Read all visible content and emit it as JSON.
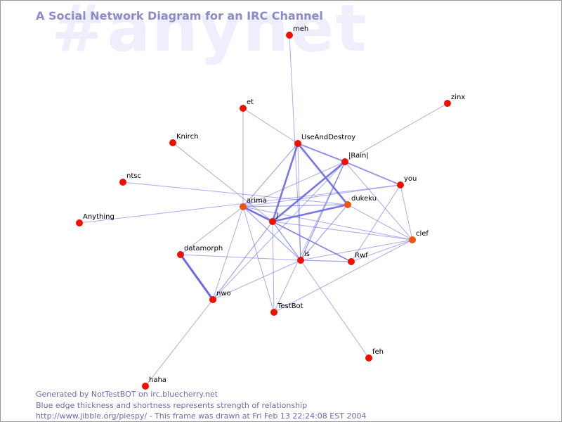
{
  "watermark": "#anynet",
  "title": "A Social Network Diagram for an IRC Channel",
  "footer": {
    "line1": "Generated by NotTestBOT on irc.bluecherry.net",
    "line2": "Blue edge thickness and shortness represents strength of relationship",
    "line3": "http://www.jibble.org/piespy/ - This frame was drawn at Fri Feb 13 22:24:08 EST 2004"
  },
  "colors": {
    "node": "#ee1100",
    "node_warm": "#ee5511",
    "edge": "#6b6be6",
    "title": "#8c8cc8",
    "watermark": "#eeeefc"
  },
  "nodes": [
    {
      "id": "meh",
      "label": "meh"
    },
    {
      "id": "zinx",
      "label": "zinx"
    },
    {
      "id": "et",
      "label": "et"
    },
    {
      "id": "knirch",
      "label": "Knirch"
    },
    {
      "id": "useanddestroy",
      "label": "UseAndDestroy"
    },
    {
      "id": "rain",
      "label": "|Rain|"
    },
    {
      "id": "ntsc",
      "label": "ntsc"
    },
    {
      "id": "you",
      "label": "you"
    },
    {
      "id": "dukeku",
      "label": "dukeku",
      "warm": true
    },
    {
      "id": "arima",
      "label": "arima",
      "warm": true
    },
    {
      "id": "anything",
      "label": "Anything"
    },
    {
      "id": "j",
      "label": "j"
    },
    {
      "id": "clef",
      "label": "clef",
      "warm": true
    },
    {
      "id": "datamorph",
      "label": "datamorph"
    },
    {
      "id": "is",
      "label": "is"
    },
    {
      "id": "rwf",
      "label": "Rwf"
    },
    {
      "id": "nwo",
      "label": "nwo"
    },
    {
      "id": "testbot",
      "label": "TestBot"
    },
    {
      "id": "feh",
      "label": "feh"
    },
    {
      "id": "haha",
      "label": "haha"
    }
  ],
  "edges": [
    {
      "a": "meh",
      "b": "is",
      "w": 1
    },
    {
      "a": "zinx",
      "b": "rain",
      "w": 1
    },
    {
      "a": "et",
      "b": "useanddestroy",
      "w": 1
    },
    {
      "a": "et",
      "b": "arima",
      "w": 1
    },
    {
      "a": "knirch",
      "b": "j",
      "w": 1
    },
    {
      "a": "ntsc",
      "b": "dukeku",
      "w": 1
    },
    {
      "a": "anything",
      "b": "you",
      "w": 1
    },
    {
      "a": "useanddestroy",
      "b": "j",
      "w": 2.6
    },
    {
      "a": "useanddestroy",
      "b": "dukeku",
      "w": 2.6
    },
    {
      "a": "useanddestroy",
      "b": "rain",
      "w": 2
    },
    {
      "a": "useanddestroy",
      "b": "arima",
      "w": 1.2
    },
    {
      "a": "useanddestroy",
      "b": "is",
      "w": 1
    },
    {
      "a": "rain",
      "b": "j",
      "w": 2.6
    },
    {
      "a": "rain",
      "b": "you",
      "w": 1.8
    },
    {
      "a": "rain",
      "b": "clef",
      "w": 1
    },
    {
      "a": "rain",
      "b": "is",
      "w": 1.4
    },
    {
      "a": "rain",
      "b": "arima",
      "w": 1
    },
    {
      "a": "rain",
      "b": "nwo",
      "w": 1
    },
    {
      "a": "rain",
      "b": "testbot",
      "w": 1
    },
    {
      "a": "arima",
      "b": "j",
      "w": 2.6
    },
    {
      "a": "arima",
      "b": "dukeku",
      "w": 1.2
    },
    {
      "a": "arima",
      "b": "rwf",
      "w": 1.6
    },
    {
      "a": "arima",
      "b": "is",
      "w": 1.2
    },
    {
      "a": "arima",
      "b": "nwo",
      "w": 1
    },
    {
      "a": "arima",
      "b": "datamorph",
      "w": 1
    },
    {
      "a": "arima",
      "b": "clef",
      "w": 1
    },
    {
      "a": "arima",
      "b": "you",
      "w": 1
    },
    {
      "a": "arima",
      "b": "testbot",
      "w": 1
    },
    {
      "a": "j",
      "b": "dukeku",
      "w": 2.6
    },
    {
      "a": "j",
      "b": "is",
      "w": 1.4
    },
    {
      "a": "j",
      "b": "testbot",
      "w": 1
    },
    {
      "a": "j",
      "b": "nwo",
      "w": 1.2
    },
    {
      "a": "j",
      "b": "clef",
      "w": 1
    },
    {
      "a": "j",
      "b": "rwf",
      "w": 1.2
    },
    {
      "a": "dukeku",
      "b": "clef",
      "w": 1
    },
    {
      "a": "dukeku",
      "b": "is",
      "w": 1.2
    },
    {
      "a": "you",
      "b": "clef",
      "w": 1
    },
    {
      "a": "you",
      "b": "rwf",
      "w": 1
    },
    {
      "a": "clef",
      "b": "is",
      "w": 1
    },
    {
      "a": "clef",
      "b": "rwf",
      "w": 1
    },
    {
      "a": "clef",
      "b": "testbot",
      "w": 1
    },
    {
      "a": "datamorph",
      "b": "nwo",
      "w": 3
    },
    {
      "a": "datamorph",
      "b": "is",
      "w": 1
    },
    {
      "a": "is",
      "b": "rwf",
      "w": 1.2
    },
    {
      "a": "is",
      "b": "nwo",
      "w": 1
    },
    {
      "a": "is",
      "b": "feh",
      "w": 1
    },
    {
      "a": "nwo",
      "b": "haha",
      "w": 1
    }
  ]
}
